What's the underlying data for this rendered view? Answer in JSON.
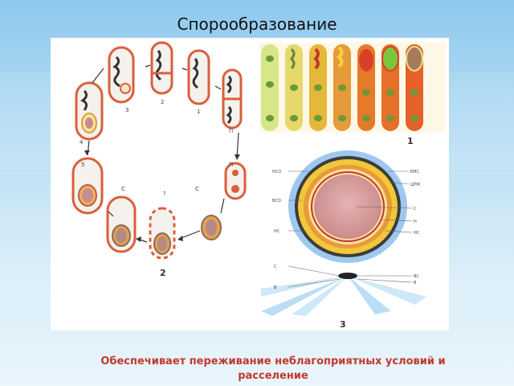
{
  "slide": {
    "title": "Спорообразование",
    "caption_line1": "Обеспечивает переживание неблагоприятных условий и",
    "caption_line2": "расселение"
  },
  "diagram_cycle": {
    "stage_labels": [
      "3",
      "2",
      "1",
      "4",
      "П",
      "5",
      "П",
      "С",
      "?",
      "С"
    ],
    "figure_number": "2"
  },
  "diagram_strip": {
    "figure_number": "1"
  },
  "diagram_spore": {
    "figure_number": "3",
    "left_labels": [
      "НСО",
      "ВСО",
      "НС",
      "С",
      "В"
    ],
    "right_labels": [
      "ЕМС",
      "ЦПМ",
      "С",
      "Н",
      "НС",
      "ВС",
      "В"
    ]
  },
  "colors": {
    "caption": "#c0392b",
    "cell_outline": "#d9603b",
    "spore_core": "#d89a9a"
  }
}
